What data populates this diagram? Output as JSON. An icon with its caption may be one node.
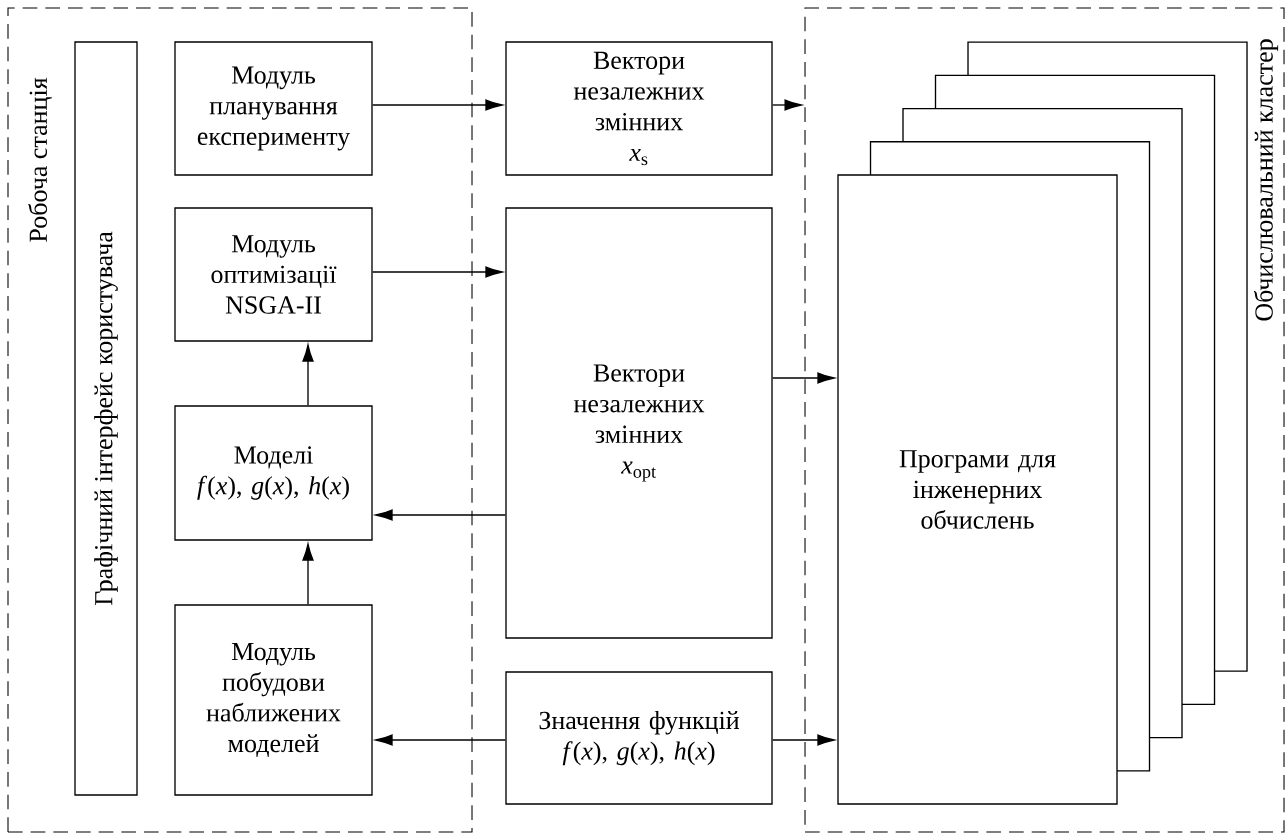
{
  "diagram": {
    "nodes": [
      {
        "text": [
          "Робоча станція"
        ]
      },
      {
        "text": [
          "Графічний інтерфейс користувача"
        ],
        "in": 0
      },
      {
        "text": [
          "Модуль планування експерименту"
        ],
        "in": 0
      },
      {
        "text": [
          "Модуль оптимізації NSGA-II"
        ],
        "in": 0
      },
      {
        "text": [
          "Моделі",
          "*f*(*x*), *g*(*x*), *h*(*x*)"
        ],
        "in": 0
      },
      {
        "text": [
          "Модуль побудови наближених моделей"
        ],
        "in": 0
      },
      {
        "text": [
          "Вектори незалежних змінних",
          "*x*$_{s}$"
        ]
      },
      {
        "text": [
          "Вектори незалежних змінних",
          "*x*$_{opt}$"
        ]
      },
      {
        "text": [
          "Значення функцій",
          "*f*(*x*), *g*(*x*), *h*(*x*)"
        ]
      },
      {
        "text": [
          "Обчислювальний кластер"
        ]
      },
      {
        "text": [
          "Програми для інженерних обчислень"
        ],
        "in": 9
      }
    ],
    "edges": [
      {
        "from": 2,
        "to": 6,
        "arrow": "to"
      },
      {
        "from": 6,
        "to": 9,
        "arrow": "to"
      },
      {
        "from": 3,
        "to": 7,
        "arrow": "to"
      },
      {
        "from": 4,
        "to": 3,
        "arrow": "to"
      },
      {
        "from": 7,
        "to": 4,
        "arrow": "to"
      },
      {
        "from": 7,
        "to": 10,
        "arrow": "to"
      },
      {
        "from": 5,
        "to": 4,
        "arrow": "to"
      },
      {
        "from": 8,
        "to": 5,
        "arrow": "to"
      },
      {
        "from": 8,
        "to": 10,
        "arrow": "to"
      }
    ]
  }
}
